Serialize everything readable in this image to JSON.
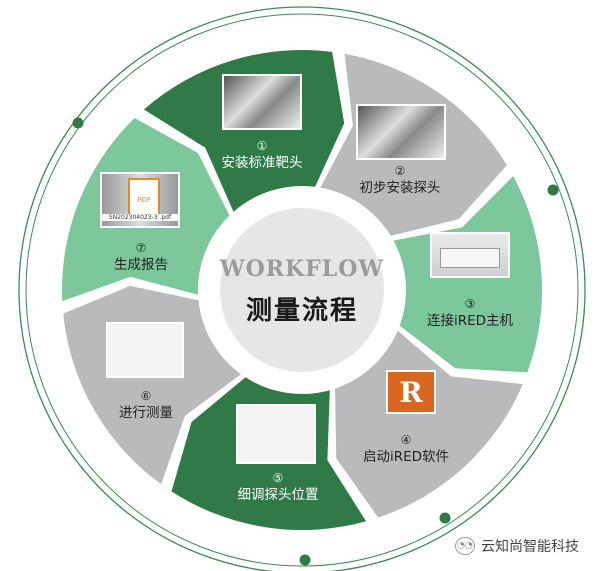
{
  "center": {
    "title_en": "WORKFLOW",
    "title_cn": "测量流程"
  },
  "steps": [
    {
      "num": "①",
      "label": "安装标准靶头",
      "color": "#2f7a46"
    },
    {
      "num": "②",
      "label": "初步安装探头",
      "color": "#b9babc"
    },
    {
      "num": "③",
      "label": "连接iRED主机",
      "color": "#7dc79c"
    },
    {
      "num": "④",
      "label": "启动iRED软件",
      "color": "#b9babc"
    },
    {
      "num": "⑤",
      "label": "细调探头位置",
      "color": "#2f7a46"
    },
    {
      "num": "⑥",
      "label": "进行测量",
      "color": "#b9babc"
    },
    {
      "num": "⑦",
      "label": "生成报告",
      "color": "#7dc79c"
    }
  ],
  "thumbnails": {
    "software_logo": "R",
    "pdf_icon": "PDF",
    "pdf_filename": "SN202304023-3 .pdf"
  },
  "brand": {
    "icon": "wechat-icon",
    "name": "云知尚智能科技"
  },
  "colors": {
    "ring": "#3d8a55",
    "center": "#e5e6e8"
  }
}
